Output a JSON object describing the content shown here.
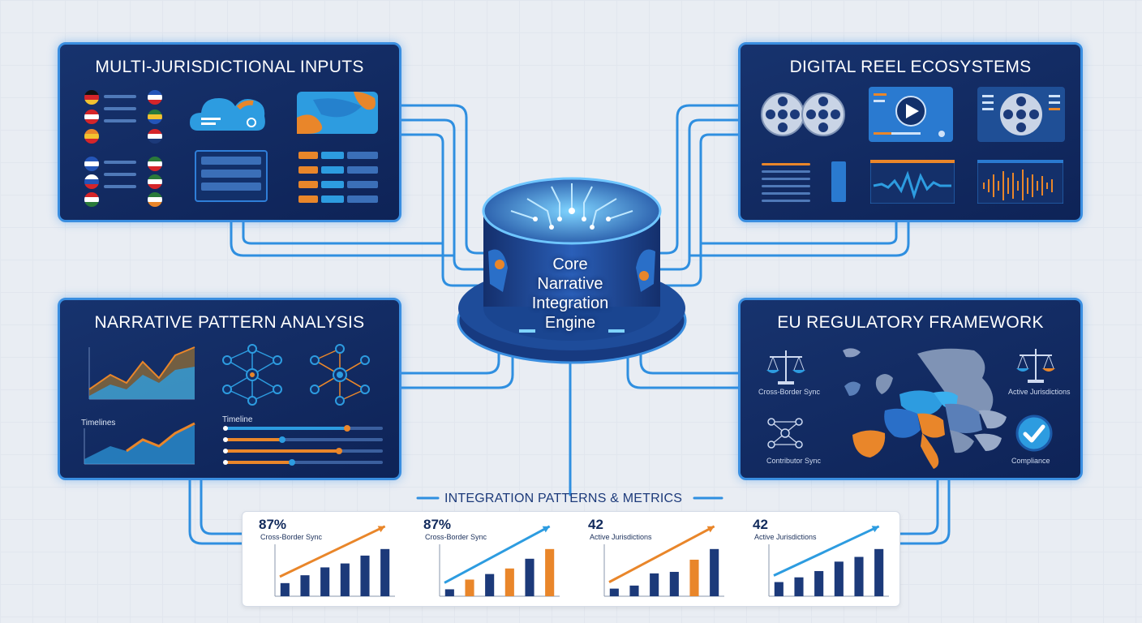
{
  "panels": {
    "inputs": {
      "title": "MULTI-JURISDICTIONAL INPUTS"
    },
    "reel": {
      "title": "DIGITAL REEL ECOSYSTEMS"
    },
    "narrative": {
      "title": "NARRATIVE PATTERN ANALYSIS",
      "timelines_label": "Timelines",
      "timeline_label": "Timeline"
    },
    "eu": {
      "title": "EU REGULATORY FRAMEWORK",
      "labels": {
        "cross_border": "Cross-Border Sync",
        "active_jurisdictions": "Active Jurisdictions",
        "contributor_sync": "Contributor Sync",
        "compliance": "Compliance"
      }
    }
  },
  "engine": {
    "line1": "Core",
    "line2": "Narrative",
    "line3": "Integration",
    "line4": "Engine"
  },
  "metrics_title": "INTEGRATION PATTERNS & METRICS",
  "metrics": [
    {
      "value": "87%",
      "label": "Cross-Border Sync"
    },
    {
      "value": "87%",
      "label": "Cross-Border Sync"
    },
    {
      "value": "42",
      "label": "Active Jurisdictions"
    },
    {
      "value": "42",
      "label": "Active Jurisdictions"
    }
  ],
  "chart_data": [
    {
      "type": "bar",
      "title": "",
      "series": [
        {
          "values": [
            10,
            16,
            22,
            25,
            31,
            36
          ]
        }
      ],
      "bar_colors": [
        "#1c3a7a",
        "#1c3a7a",
        "#1c3a7a",
        "#1c3a7a",
        "#1c3a7a",
        "#1c3a7a"
      ],
      "trend_color": "#e9862a"
    },
    {
      "type": "bar",
      "title": "",
      "series": [
        {
          "values": [
            5,
            12,
            16,
            20,
            27,
            34
          ]
        }
      ],
      "bar_colors": [
        "#1c3a7a",
        "#e9862a",
        "#1c3a7a",
        "#e9862a",
        "#1c3a7a",
        "#e9862a"
      ],
      "trend_color": "#2d9ce0"
    },
    {
      "type": "bar",
      "title": "",
      "series": [
        {
          "values": [
            5,
            7,
            15,
            16,
            24,
            31
          ]
        }
      ],
      "bar_colors": [
        "#1c3a7a",
        "#1c3a7a",
        "#1c3a7a",
        "#1c3a7a",
        "#e9862a",
        "#1c3a7a"
      ],
      "trend_color": "#e9862a"
    },
    {
      "type": "bar",
      "title": "",
      "series": [
        {
          "values": [
            9,
            12,
            16,
            22,
            25,
            30
          ]
        }
      ],
      "bar_colors": [
        "#1c3a7a",
        "#1c3a7a",
        "#1c3a7a",
        "#1c3a7a",
        "#1c3a7a",
        "#1c3a7a"
      ],
      "trend_color": "#2d9ce0"
    }
  ],
  "colors": {
    "accent_blue": "#3a8ee0",
    "accent_orange": "#e9862a",
    "panel_bg": "#14306a"
  }
}
